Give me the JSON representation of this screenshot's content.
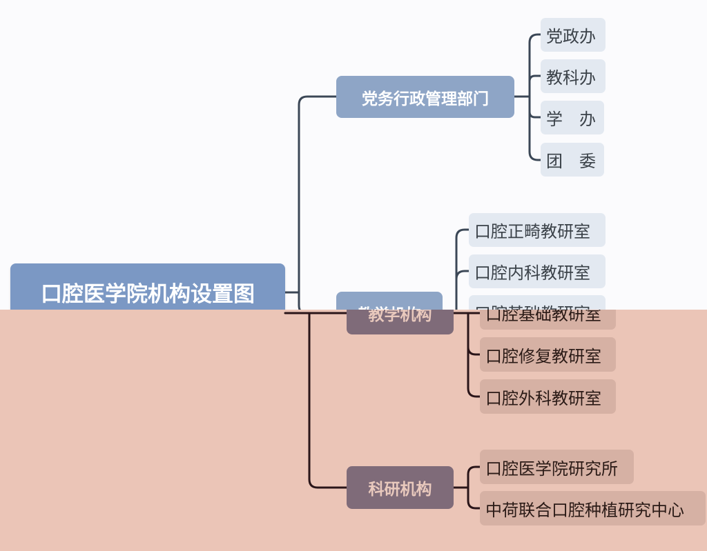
{
  "diagram": {
    "root": {
      "label": "口腔医学院机构设置图"
    },
    "branches": [
      {
        "label": "党务行政管理部门",
        "children": [
          "党政办",
          "教科办",
          "学　办",
          "团　委"
        ]
      },
      {
        "label": "教学机构",
        "children": [
          "口腔正畸教研室",
          "口腔内科教研室",
          "口腔基础教研室",
          "口腔修复教研室",
          "口腔外科教研室"
        ]
      },
      {
        "label": "科研机构",
        "children": [
          "口腔医学院研究所",
          "中荷联合口腔种植研究中心"
        ]
      }
    ]
  },
  "colors": {
    "top_background": "#fbfbfd",
    "bottom_background": "#ebc5b7",
    "root_fill": "#7b98c4",
    "top_branch_fill": "#8ea5c6",
    "top_leaf_fill": "#e3e9f1",
    "top_line": "#3b4756",
    "bottom_branch_fill": "#7f6b79",
    "bottom_leaf_fill": "#d6b1a4",
    "bottom_line": "#2a1519"
  }
}
